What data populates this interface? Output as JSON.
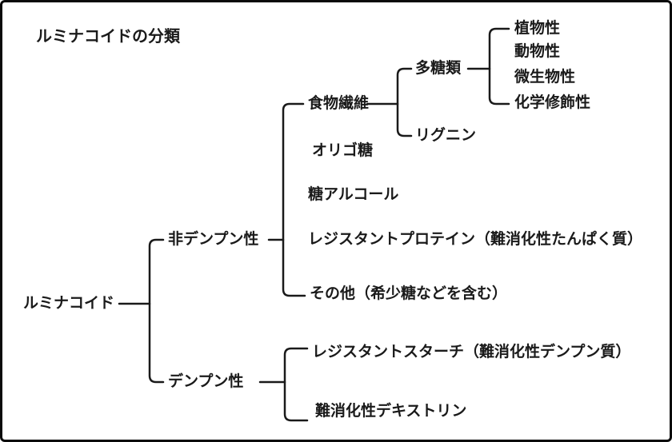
{
  "title": "ルミナコイドの分類",
  "colors": {
    "text": "#1a1a1a",
    "line": "#1a1a1a",
    "background": "#ffffff",
    "border": "#0a0a0a"
  },
  "tree": {
    "root": {
      "label": "ルミナコイド",
      "children": [
        {
          "label": "非デンプン性",
          "children": [
            {
              "label": "食物繊維",
              "children": [
                {
                  "label": "多糖類",
                  "children": [
                    {
                      "label": "植物性"
                    },
                    {
                      "label": "動物性"
                    },
                    {
                      "label": "微生物性"
                    },
                    {
                      "label": "化学修飾性"
                    }
                  ]
                },
                {
                  "label": "リグニン"
                }
              ]
            },
            {
              "label": "オリゴ糖"
            },
            {
              "label": "糖アルコール"
            },
            {
              "label": "レジスタントプロテイン（難消化性たんぱく質）"
            },
            {
              "label": "その他（希少糖などを含む）"
            }
          ]
        },
        {
          "label": "デンプン性",
          "children": [
            {
              "label": "レジスタントスターチ（難消化性デンプン質）"
            },
            {
              "label": "難消化性デキストリン"
            }
          ]
        }
      ]
    }
  }
}
